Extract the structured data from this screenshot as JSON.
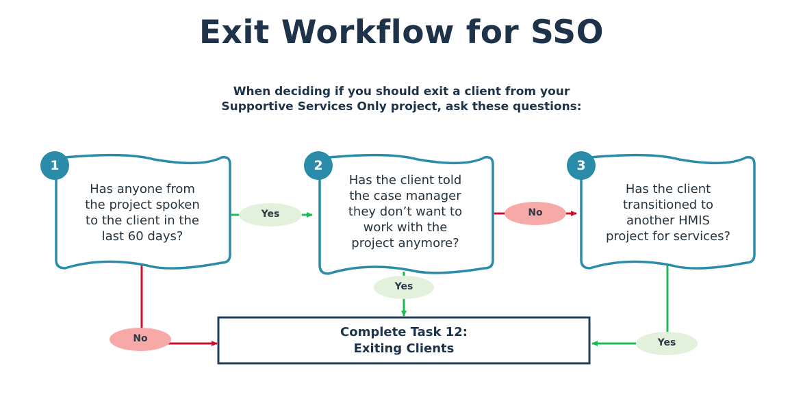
{
  "title": "Exit Workflow for SSO",
  "subtitle": {
    "line1": "When deciding if you should exit a client from your",
    "line2": "Supportive Services Only project, ask these questions:"
  },
  "questions": [
    {
      "number": "1",
      "lines": [
        "Has anyone from",
        "the project spoken",
        "to the client in the",
        "last 60 days?"
      ]
    },
    {
      "number": "2",
      "lines": [
        "Has the client told",
        "the case manager",
        "they don’t want to",
        "work with the",
        "project anymore?"
      ]
    },
    {
      "number": "3",
      "lines": [
        "Has the client",
        "transitioned to",
        "another HMIS",
        "project for services?"
      ]
    }
  ],
  "connectors": {
    "q1_to_q2": "Yes",
    "q2_to_q3": "No",
    "q2_down": "Yes",
    "q1_down": "No",
    "q3_down": "Yes"
  },
  "task": {
    "line1": "Complete Task 12:",
    "line2": "Exiting Clients"
  },
  "colors": {
    "badge": "#2a8ca8",
    "box_border": "#2a8ca8",
    "yes_arrow": "#1db954",
    "no_arrow": "#c8102e",
    "yes_pill": "#e3f1dc",
    "no_pill": "#f7a9a8",
    "task_border": "#1e3e5c",
    "title": "#1e3349"
  }
}
